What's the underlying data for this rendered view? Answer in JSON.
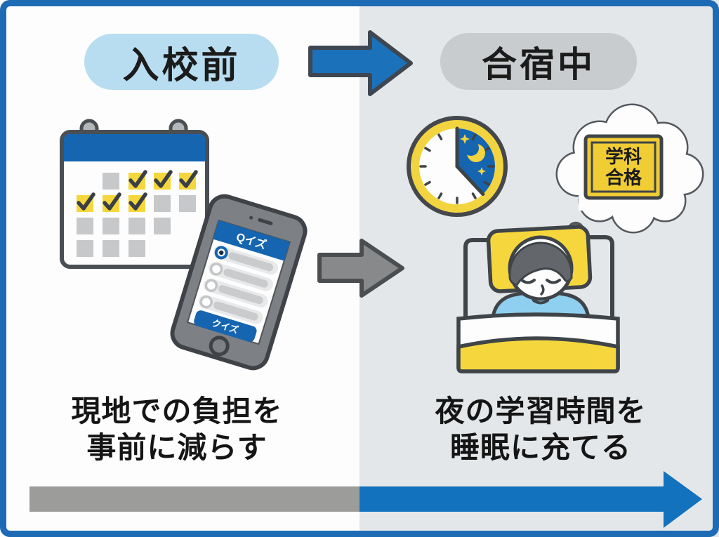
{
  "header": {
    "before_label": "入校前",
    "during_label": "合宿中"
  },
  "before_panel": {
    "caption_line1": "現地での負担を",
    "caption_line2": "事前に減らす",
    "phone": {
      "app_title": "Qイズ",
      "quiz_button": "クイズ"
    }
  },
  "during_panel": {
    "caption_line1": "夜の学習時間を",
    "caption_line2": "睡眠に充てる",
    "certificate": {
      "line1": "学科",
      "line2": "合格"
    }
  },
  "palette": {
    "frame_blue": "#1d6bb4",
    "accent_blue": "#1565b0",
    "arrow_blue": "#1b72bb",
    "right_bg": "#e4e7e9",
    "before_pill_bg": "#b9ddf0",
    "during_pill_bg": "#c9ccce",
    "highlight_yellow": "#f5d73d",
    "neutral_gray": "#9c9c9a",
    "outline_dark": "#3f4449"
  }
}
